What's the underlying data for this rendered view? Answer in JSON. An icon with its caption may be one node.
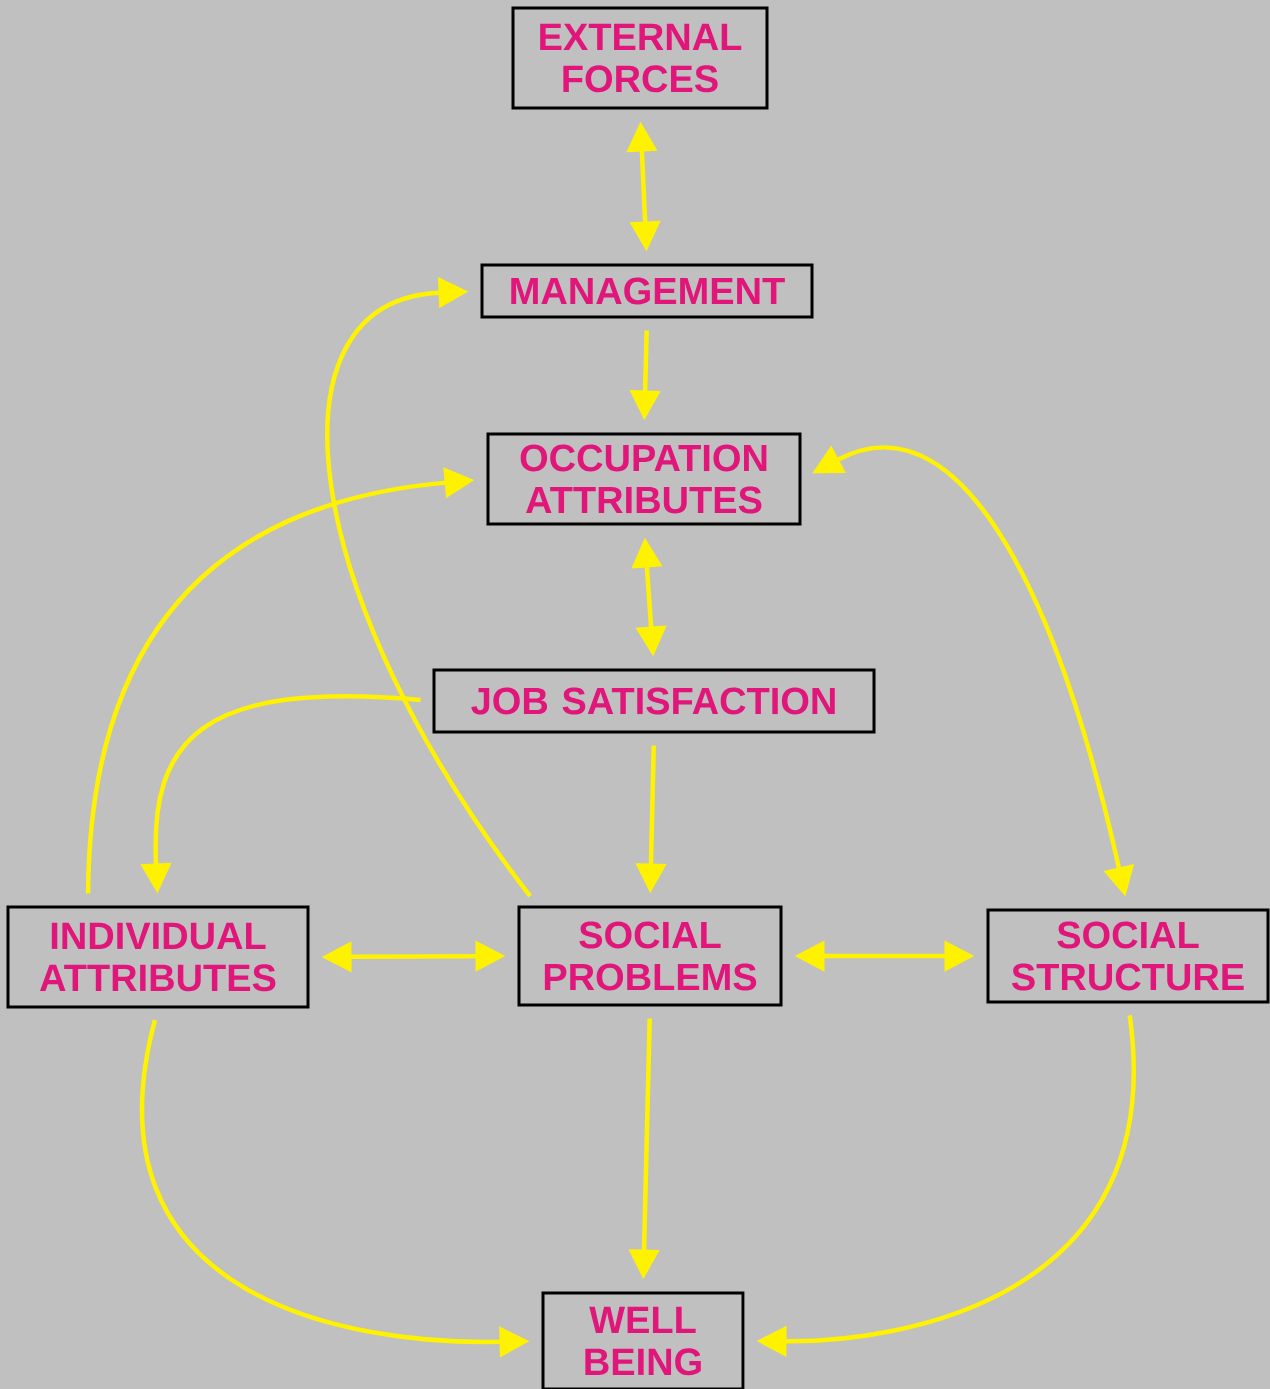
{
  "diagram": {
    "nodes": [
      {
        "text": [
          "EXTERNAL FORCES"
        ]
      },
      {
        "text": [
          "MANAGEMENT"
        ]
      },
      {
        "text": [
          "OCCUPATION ATTRIBUTES"
        ]
      },
      {
        "text": [
          "JOB SATISFACTION"
        ]
      },
      {
        "text": [
          "INDIVIDUAL ATTRIBUTES"
        ]
      },
      {
        "text": [
          "SOCIAL PROBLEMS"
        ]
      },
      {
        "text": [
          "SOCIAL STRUCTURE"
        ]
      },
      {
        "text": [
          "WELL BEING"
        ]
      }
    ],
    "edges": [
      {
        "from": 0,
        "to": 1,
        "arrow": "both"
      },
      {
        "from": 1,
        "to": 2,
        "arrow": "to"
      },
      {
        "from": 2,
        "to": 3,
        "arrow": "both"
      },
      {
        "from": 3,
        "to": 5,
        "arrow": "to"
      },
      {
        "from": 3,
        "to": 4,
        "arrow": "to"
      },
      {
        "from": 5,
        "to": 1,
        "arrow": "to"
      },
      {
        "from": 4,
        "to": 2,
        "arrow": "to"
      },
      {
        "from": 2,
        "to": 6,
        "arrow": "both"
      },
      {
        "from": 4,
        "to": 5,
        "arrow": "both"
      },
      {
        "from": 5,
        "to": 6,
        "arrow": "both"
      },
      {
        "from": 5,
        "to": 7,
        "arrow": "to"
      },
      {
        "from": 4,
        "to": 7,
        "arrow": "to"
      },
      {
        "from": 6,
        "to": 7,
        "arrow": "to"
      }
    ]
  }
}
